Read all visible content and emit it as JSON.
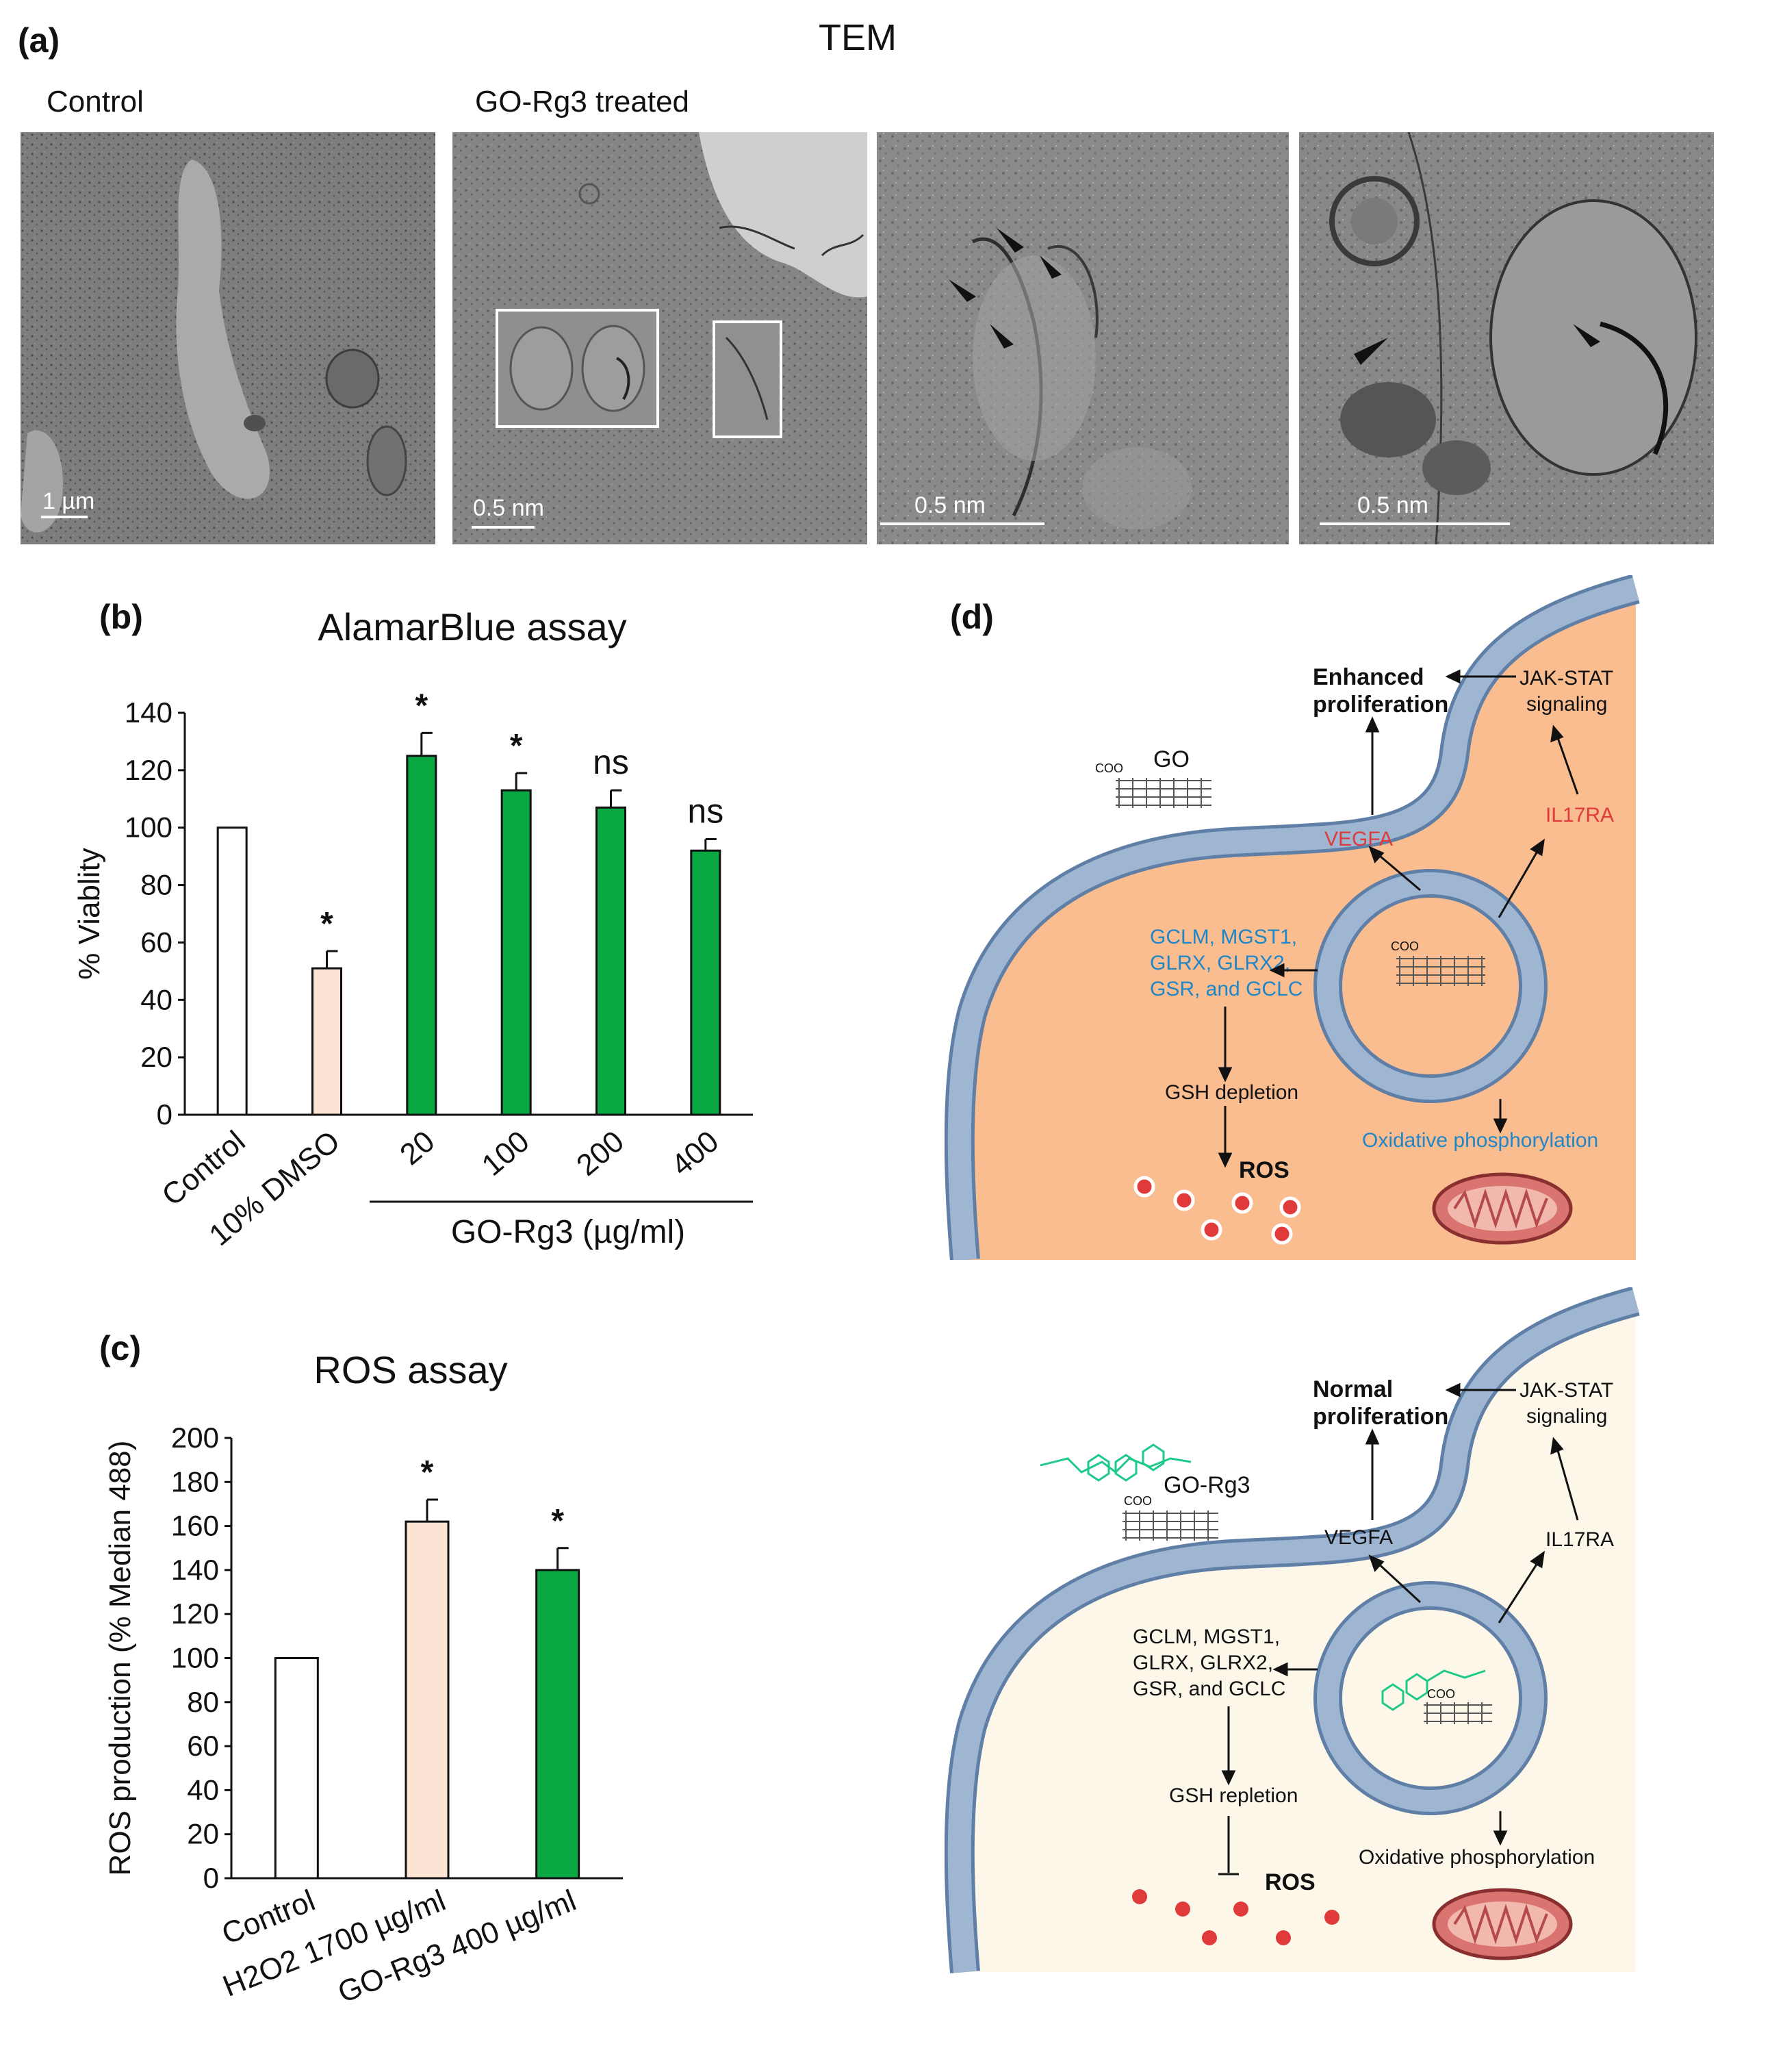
{
  "panel_a": {
    "label": "(a)",
    "title": "TEM",
    "control_label": "Control",
    "treated_label": "GO-Rg3 treated",
    "scalebars": [
      "1 µm",
      "0.5 nm",
      "0.5 nm",
      "0.5 nm"
    ]
  },
  "panel_b": {
    "label": "(b)",
    "group_label": "GO-Rg3 (µg/ml)"
  },
  "panel_c": {
    "label": "(c)"
  },
  "panel_d": {
    "label": "(d)",
    "top": {
      "prolif_line1": "Enhanced",
      "prolif_line2": "proliferation",
      "jak_line1": "JAK-STAT",
      "jak_line2": "signaling",
      "go": "GO",
      "coo": "COO",
      "vegfa": "VEGFA",
      "il17ra": "IL17RA",
      "genes_line1": "GCLM, MGST1,",
      "genes_line2": "GLRX, GLRX2,",
      "genes_line3": "GSR, and GCLC",
      "gsh": "GSH depletion",
      "ros": "ROS",
      "oxphos": "Oxidative phosphorylation"
    },
    "bottom": {
      "prolif_line1": "Normal",
      "prolif_line2": "proliferation",
      "jak_line1": "JAK-STAT",
      "jak_line2": "signaling",
      "go": "GO-Rg3",
      "coo": "COO",
      "vegfa": "VEGFA",
      "il17ra": "IL17RA",
      "genes_line1": "GCLM, MGST1,",
      "genes_line2": "GLRX, GLRX2,",
      "genes_line3": "GSR, and GCLC",
      "gsh": "GSH repletion",
      "ros": "ROS",
      "oxphos": "Oxidative phosphorylation"
    },
    "colors": {
      "membrane": "#9fb6d2",
      "membrane_edge": "#5f7fa6",
      "cyto_top": "#f9bd90",
      "cyto_bottom": "#fdf7ea",
      "red_text": "#e03a3a",
      "blue_text": "#1f86c8",
      "rg3_green": "#1ec98a"
    }
  },
  "chart_data": [
    {
      "type": "bar",
      "title": "AlamarBlue assay",
      "ylabel": "% Viablity",
      "categories": [
        "Control",
        "10% DMSO",
        "20",
        "100",
        "200",
        "400"
      ],
      "values": [
        100,
        51,
        125,
        113,
        107,
        92
      ],
      "errors": [
        0,
        6,
        8,
        6,
        6,
        4
      ],
      "significance": [
        "",
        "*",
        "*",
        "*",
        "ns",
        "ns"
      ],
      "bar_colors": [
        "#ffffff",
        "#fde3d3",
        "#0aa843",
        "#0aa843",
        "#0aa843",
        "#0aa843"
      ],
      "ylim": [
        0,
        140
      ],
      "yticks": [
        "0",
        "20",
        "40",
        "60",
        "80",
        "100",
        "120",
        "140"
      ]
    },
    {
      "type": "bar",
      "title": "ROS assay",
      "ylabel": "ROS production (% Median 488)",
      "categories": [
        "Control",
        "H2O2 1700 µg/ml",
        "GO-Rg3 400 µg/ml"
      ],
      "values": [
        100,
        162,
        140
      ],
      "errors": [
        0,
        10,
        10
      ],
      "significance": [
        "",
        "*",
        "*"
      ],
      "bar_colors": [
        "#ffffff",
        "#fde3d3",
        "#0aa843"
      ],
      "ylim": [
        0,
        200
      ],
      "yticks": [
        "0",
        "20",
        "40",
        "60",
        "80",
        "100",
        "120",
        "140",
        "160",
        "180",
        "200"
      ]
    }
  ]
}
